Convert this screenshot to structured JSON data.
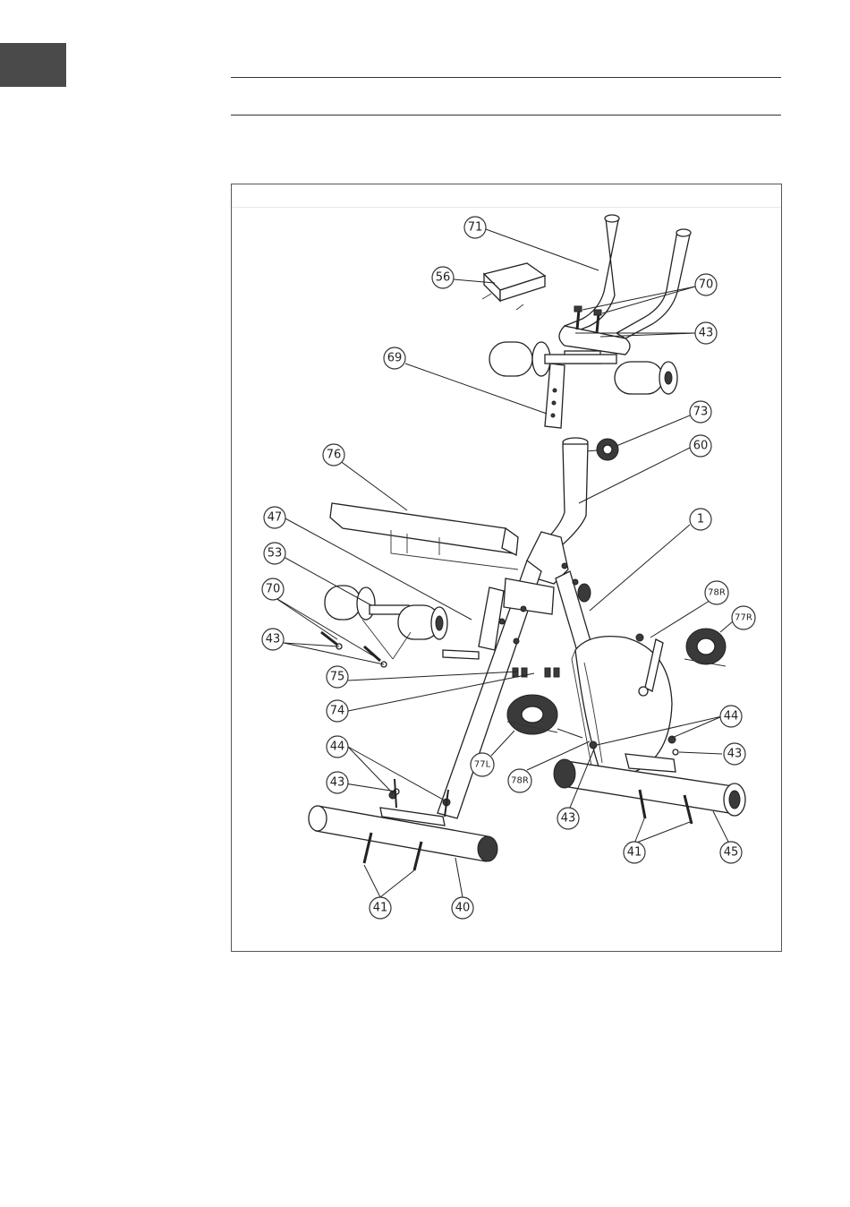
{
  "page": {
    "tab_color": "#4a4a4a",
    "rule_color": "#333333"
  },
  "diagram": {
    "callouts": [
      {
        "id": "c71",
        "label": "71"
      },
      {
        "id": "c56",
        "label": "56"
      },
      {
        "id": "c70a",
        "label": "70"
      },
      {
        "id": "c43a",
        "label": "43"
      },
      {
        "id": "c69",
        "label": "69"
      },
      {
        "id": "c73",
        "label": "73"
      },
      {
        "id": "c60",
        "label": "60"
      },
      {
        "id": "c76",
        "label": "76"
      },
      {
        "id": "c47",
        "label": "47"
      },
      {
        "id": "c1",
        "label": "1"
      },
      {
        "id": "c53",
        "label": "53"
      },
      {
        "id": "c78Ra",
        "label": "78R"
      },
      {
        "id": "c70b",
        "label": "70"
      },
      {
        "id": "c77R",
        "label": "77R"
      },
      {
        "id": "c43b",
        "label": "43"
      },
      {
        "id": "c75",
        "label": "75"
      },
      {
        "id": "c74",
        "label": "74"
      },
      {
        "id": "c44a",
        "label": "44"
      },
      {
        "id": "c43c",
        "label": "43"
      },
      {
        "id": "c44b",
        "label": "44"
      },
      {
        "id": "c77L",
        "label": "77L"
      },
      {
        "id": "c78Rb",
        "label": "78R"
      },
      {
        "id": "c43d",
        "label": "43"
      },
      {
        "id": "c43e",
        "label": "43"
      },
      {
        "id": "c41a",
        "label": "41"
      },
      {
        "id": "c45",
        "label": "45"
      },
      {
        "id": "c41b",
        "label": "41"
      },
      {
        "id": "c40",
        "label": "40"
      }
    ]
  }
}
